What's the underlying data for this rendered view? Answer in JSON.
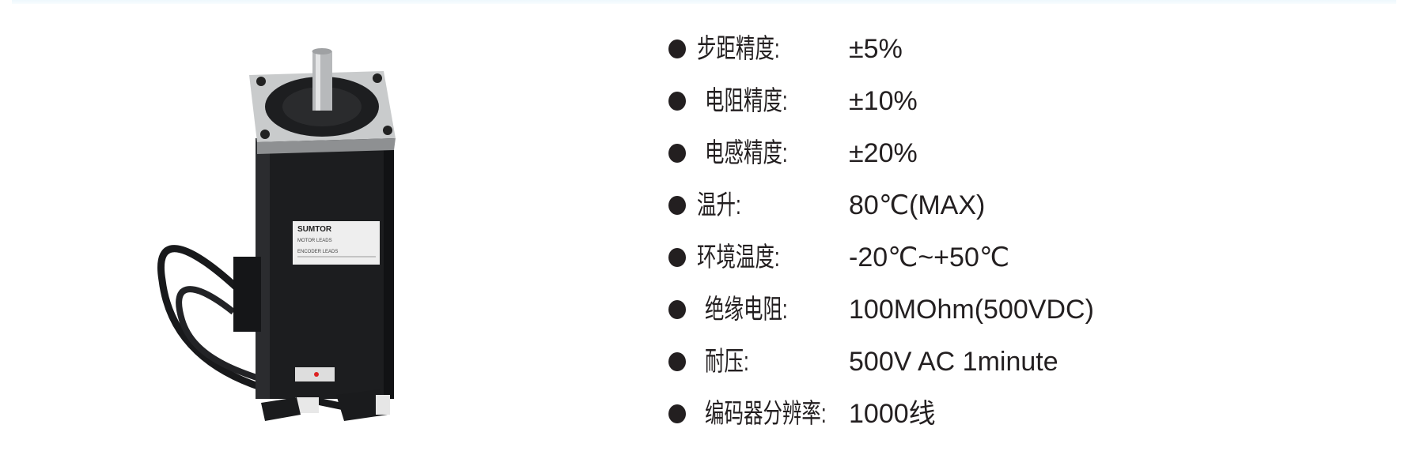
{
  "motor_image": {
    "brand": "SUMTOR",
    "label_lines": [
      "MOTOR LEADS",
      "ENCODER LEADS"
    ]
  },
  "specs": [
    {
      "label": "步距精度:",
      "value": "±5%",
      "indent": false
    },
    {
      "label": "电阻精度:",
      "value": "±10%",
      "indent": true
    },
    {
      "label": "电感精度:",
      "value": "±20%",
      "indent": true
    },
    {
      "label": "温升:",
      "value": "80℃(MAX)",
      "indent": false
    },
    {
      "label": "环境温度:",
      "value": "-20℃~+50℃",
      "indent": false
    },
    {
      "label": "绝缘电阻:",
      "value": "100MOhm(500VDC)",
      "indent": true
    },
    {
      "label": "耐压:",
      "value": "500V AC 1minute",
      "indent": true
    },
    {
      "label": "编码器分辨率:",
      "value": "1000线",
      "indent": true
    }
  ],
  "colors": {
    "text": "#231f20",
    "motor_body": "#1c1d1f",
    "flange": "#c9cbcc"
  }
}
